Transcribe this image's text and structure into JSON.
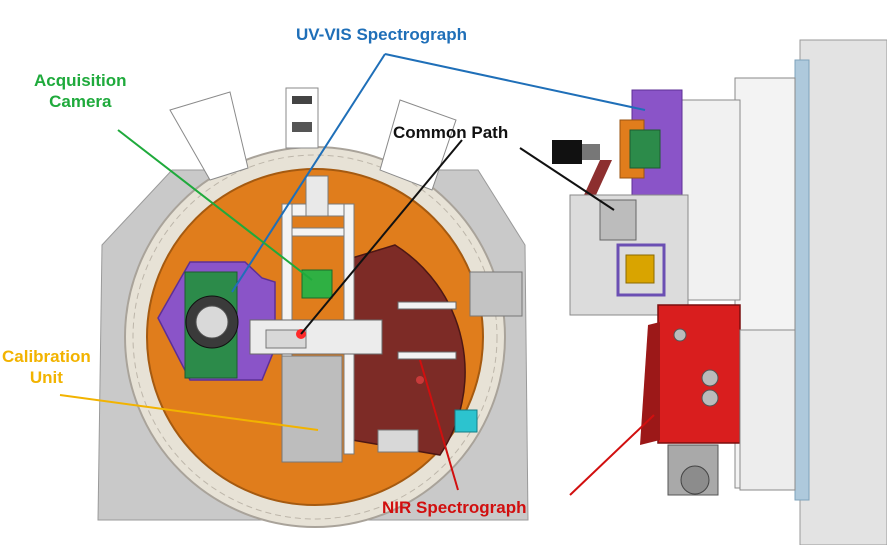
{
  "labels": {
    "uv_vis": "UV-VIS Spectrograph",
    "acquisition": {
      "line1": "Acquisition",
      "line2": "Camera"
    },
    "common_path": "Common Path",
    "calibration": {
      "line1": "Calibration",
      "line2": "Unit"
    },
    "nir": "NIR Spectrograph"
  },
  "colors": {
    "uv_vis": "#1f6fb8",
    "acquisition": "#1faa3c",
    "common_path": "#111111",
    "calibration": "#f2b300",
    "nir": "#d10f0f",
    "orange_plate": "#e07d1c",
    "nir_body": "#7d2b26",
    "uv_vis_body": "#8a54c8",
    "nir_red_box": "#d91e1e",
    "grey_housing": "#c8c8c8"
  }
}
